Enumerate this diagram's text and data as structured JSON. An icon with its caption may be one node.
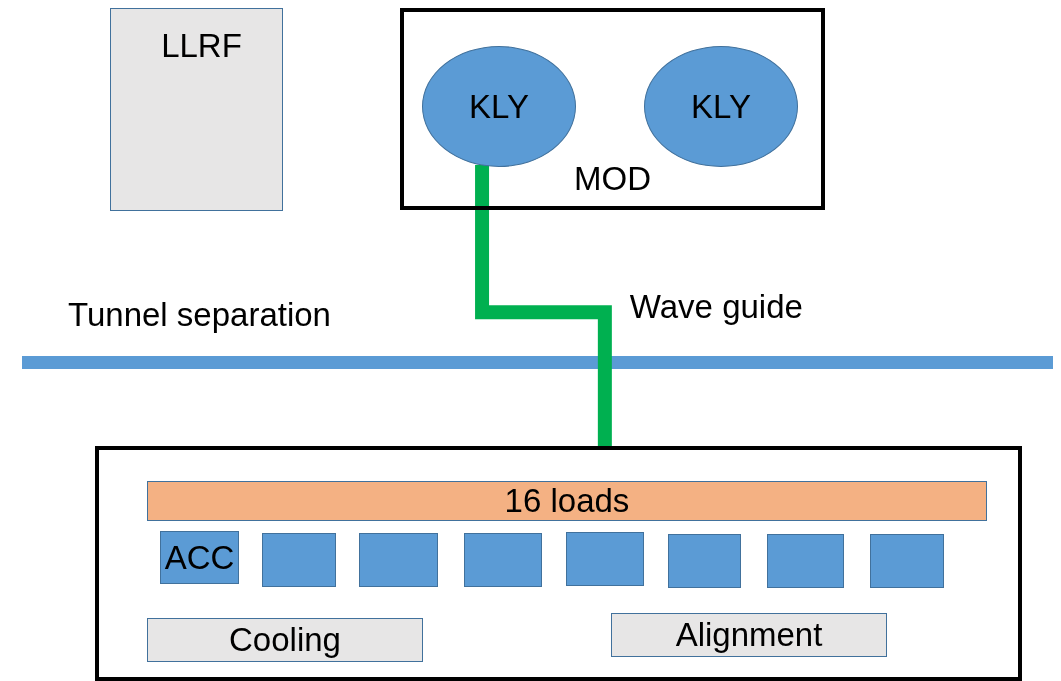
{
  "diagram": {
    "nodes": [
      {
        "text": [
          "LLRF"
        ]
      },
      {
        "text": [
          "MOD"
        ]
      },
      {
        "text": [
          "KLY"
        ],
        "in": 1
      },
      {
        "text": [
          "KLY"
        ],
        "in": 1
      },
      {
        "text": [],
        "shape": "box"
      },
      {
        "text": [
          "16 loads"
        ],
        "in": 4
      },
      {
        "text": [
          "ACC"
        ],
        "in": 4
      },
      {
        "text": [],
        "shape": "box",
        "in": 4
      },
      {
        "text": [],
        "shape": "box",
        "in": 4
      },
      {
        "text": [],
        "shape": "box",
        "in": 4
      },
      {
        "text": [],
        "shape": "box",
        "in": 4
      },
      {
        "text": [],
        "shape": "box",
        "in": 4
      },
      {
        "text": [],
        "shape": "box",
        "in": 4
      },
      {
        "text": [],
        "shape": "box",
        "in": 4
      },
      {
        "text": [
          "Cooling"
        ],
        "in": 4
      },
      {
        "text": [
          "Alignment"
        ],
        "in": 4
      }
    ],
    "edges": [
      {
        "from": 2,
        "to": 4,
        "arrow": "none",
        "label": "Wave guide",
        "color": "#00b050"
      }
    ],
    "labels": [
      "Tunnel separation"
    ]
  }
}
